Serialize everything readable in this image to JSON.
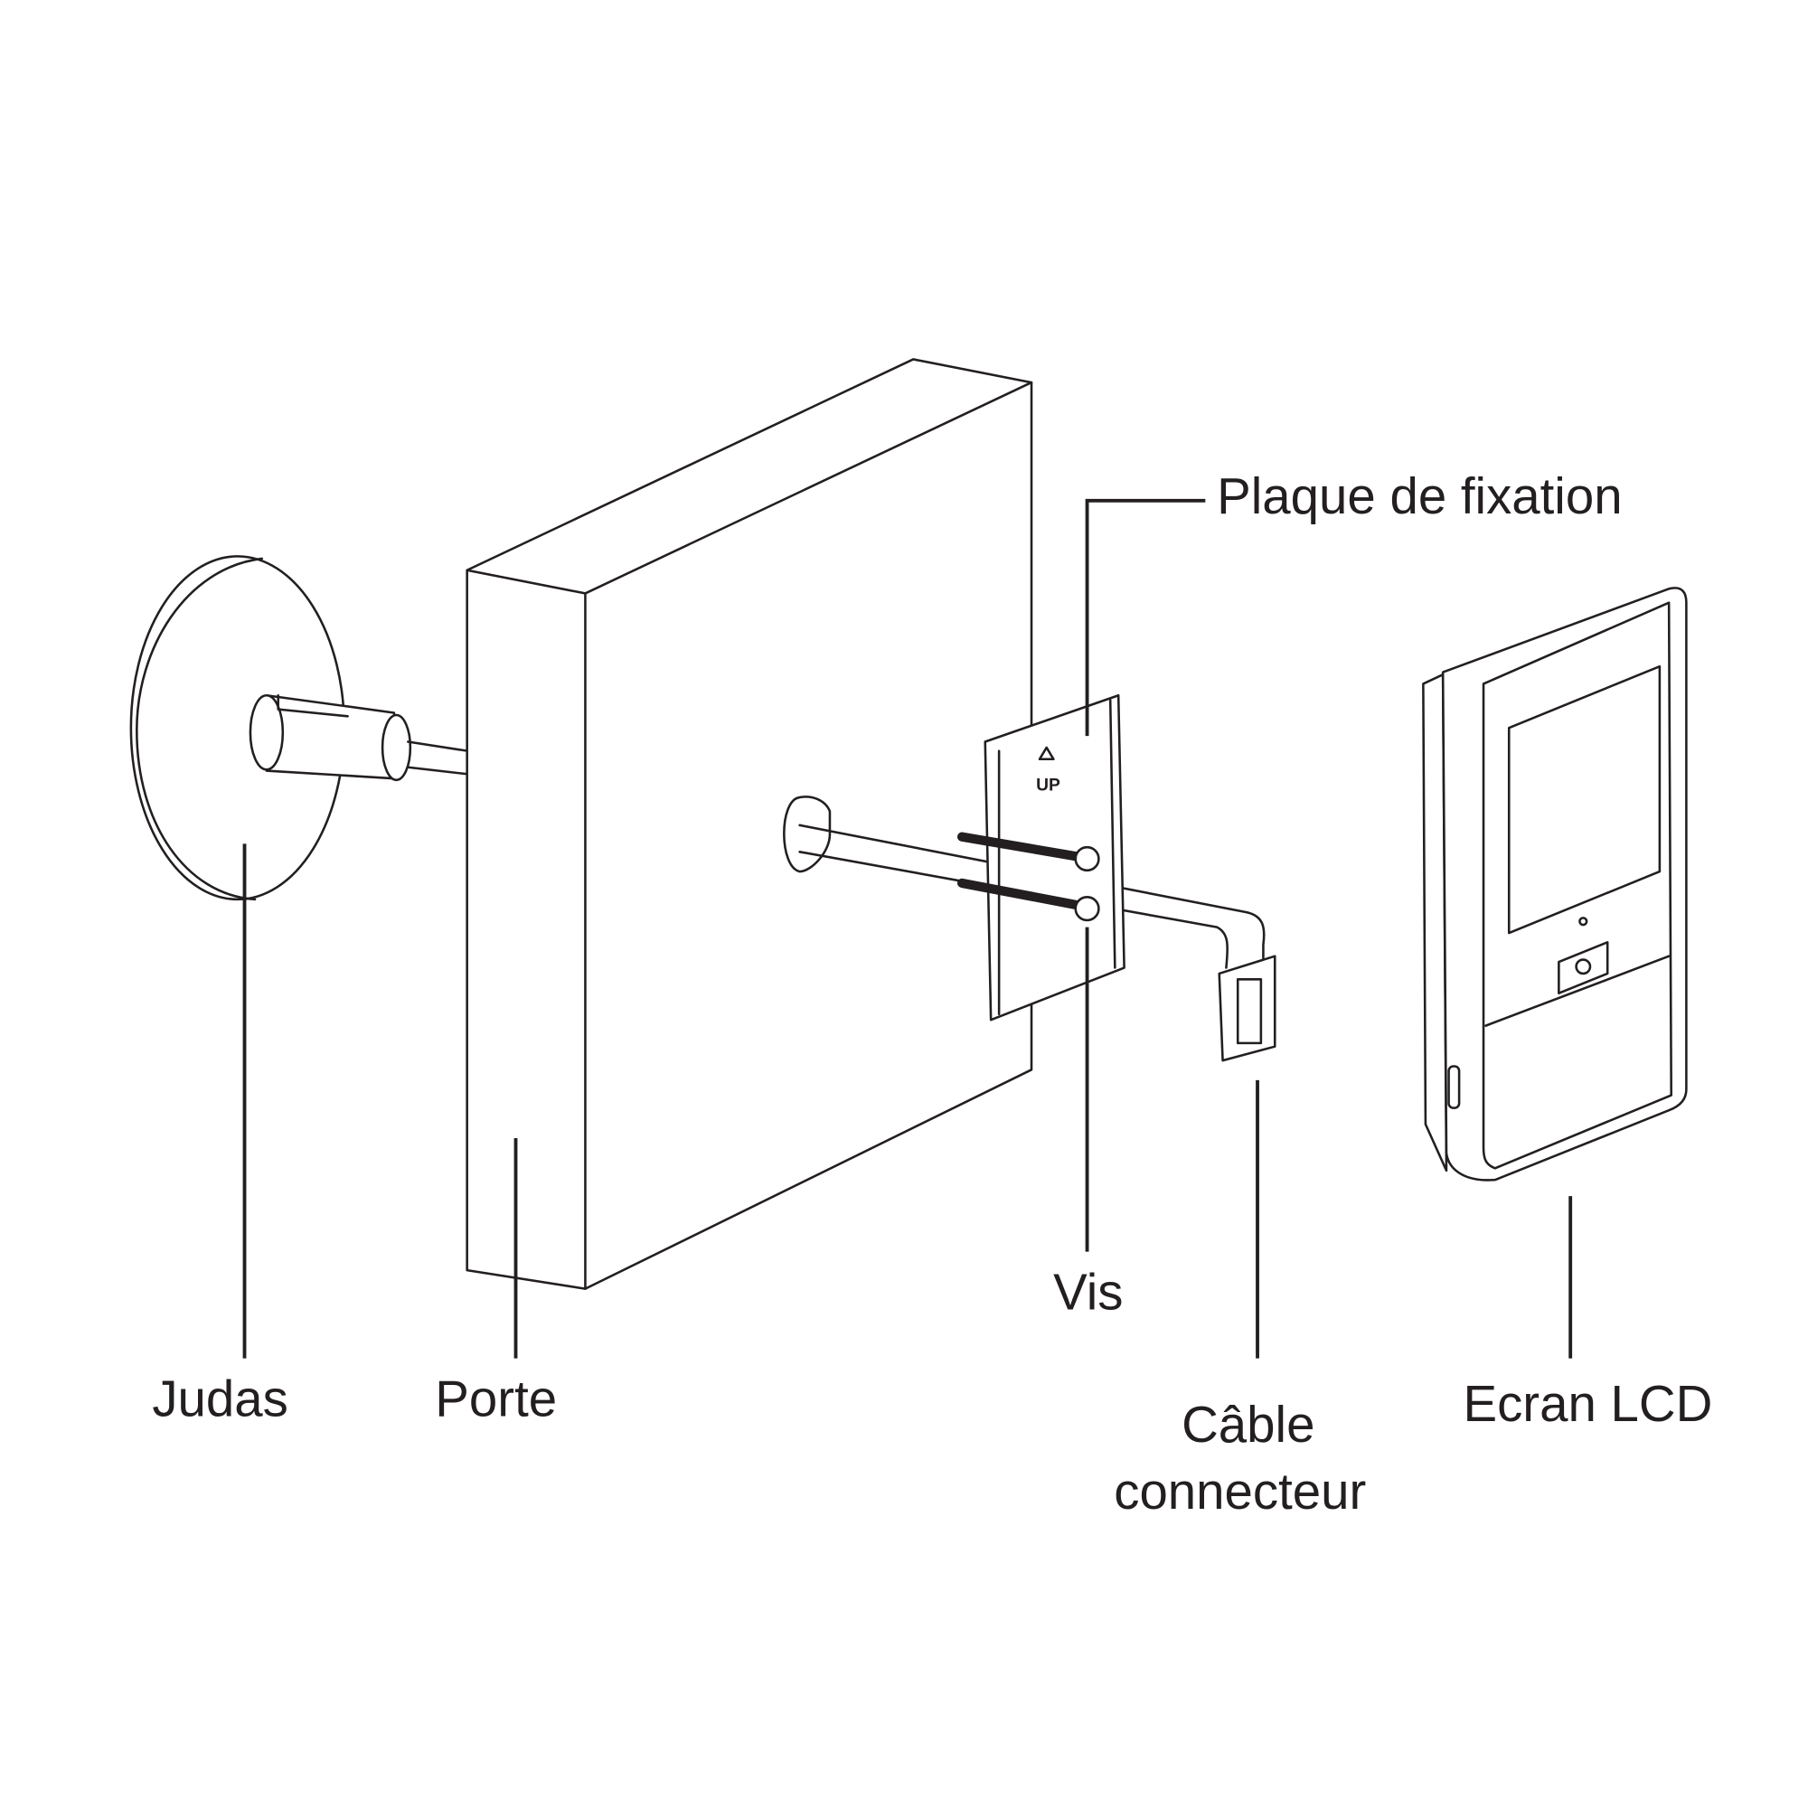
{
  "labels": {
    "judas": "Judas",
    "porte": "Porte",
    "plaque": "Plaque de fixation",
    "vis": "Vis",
    "cable_line1": "Câble",
    "cable_line2": "connecteur",
    "ecran": "Ecran LCD"
  },
  "plate_marking": "UP",
  "colors": {
    "ink": "#231f20",
    "background": "#ffffff"
  }
}
